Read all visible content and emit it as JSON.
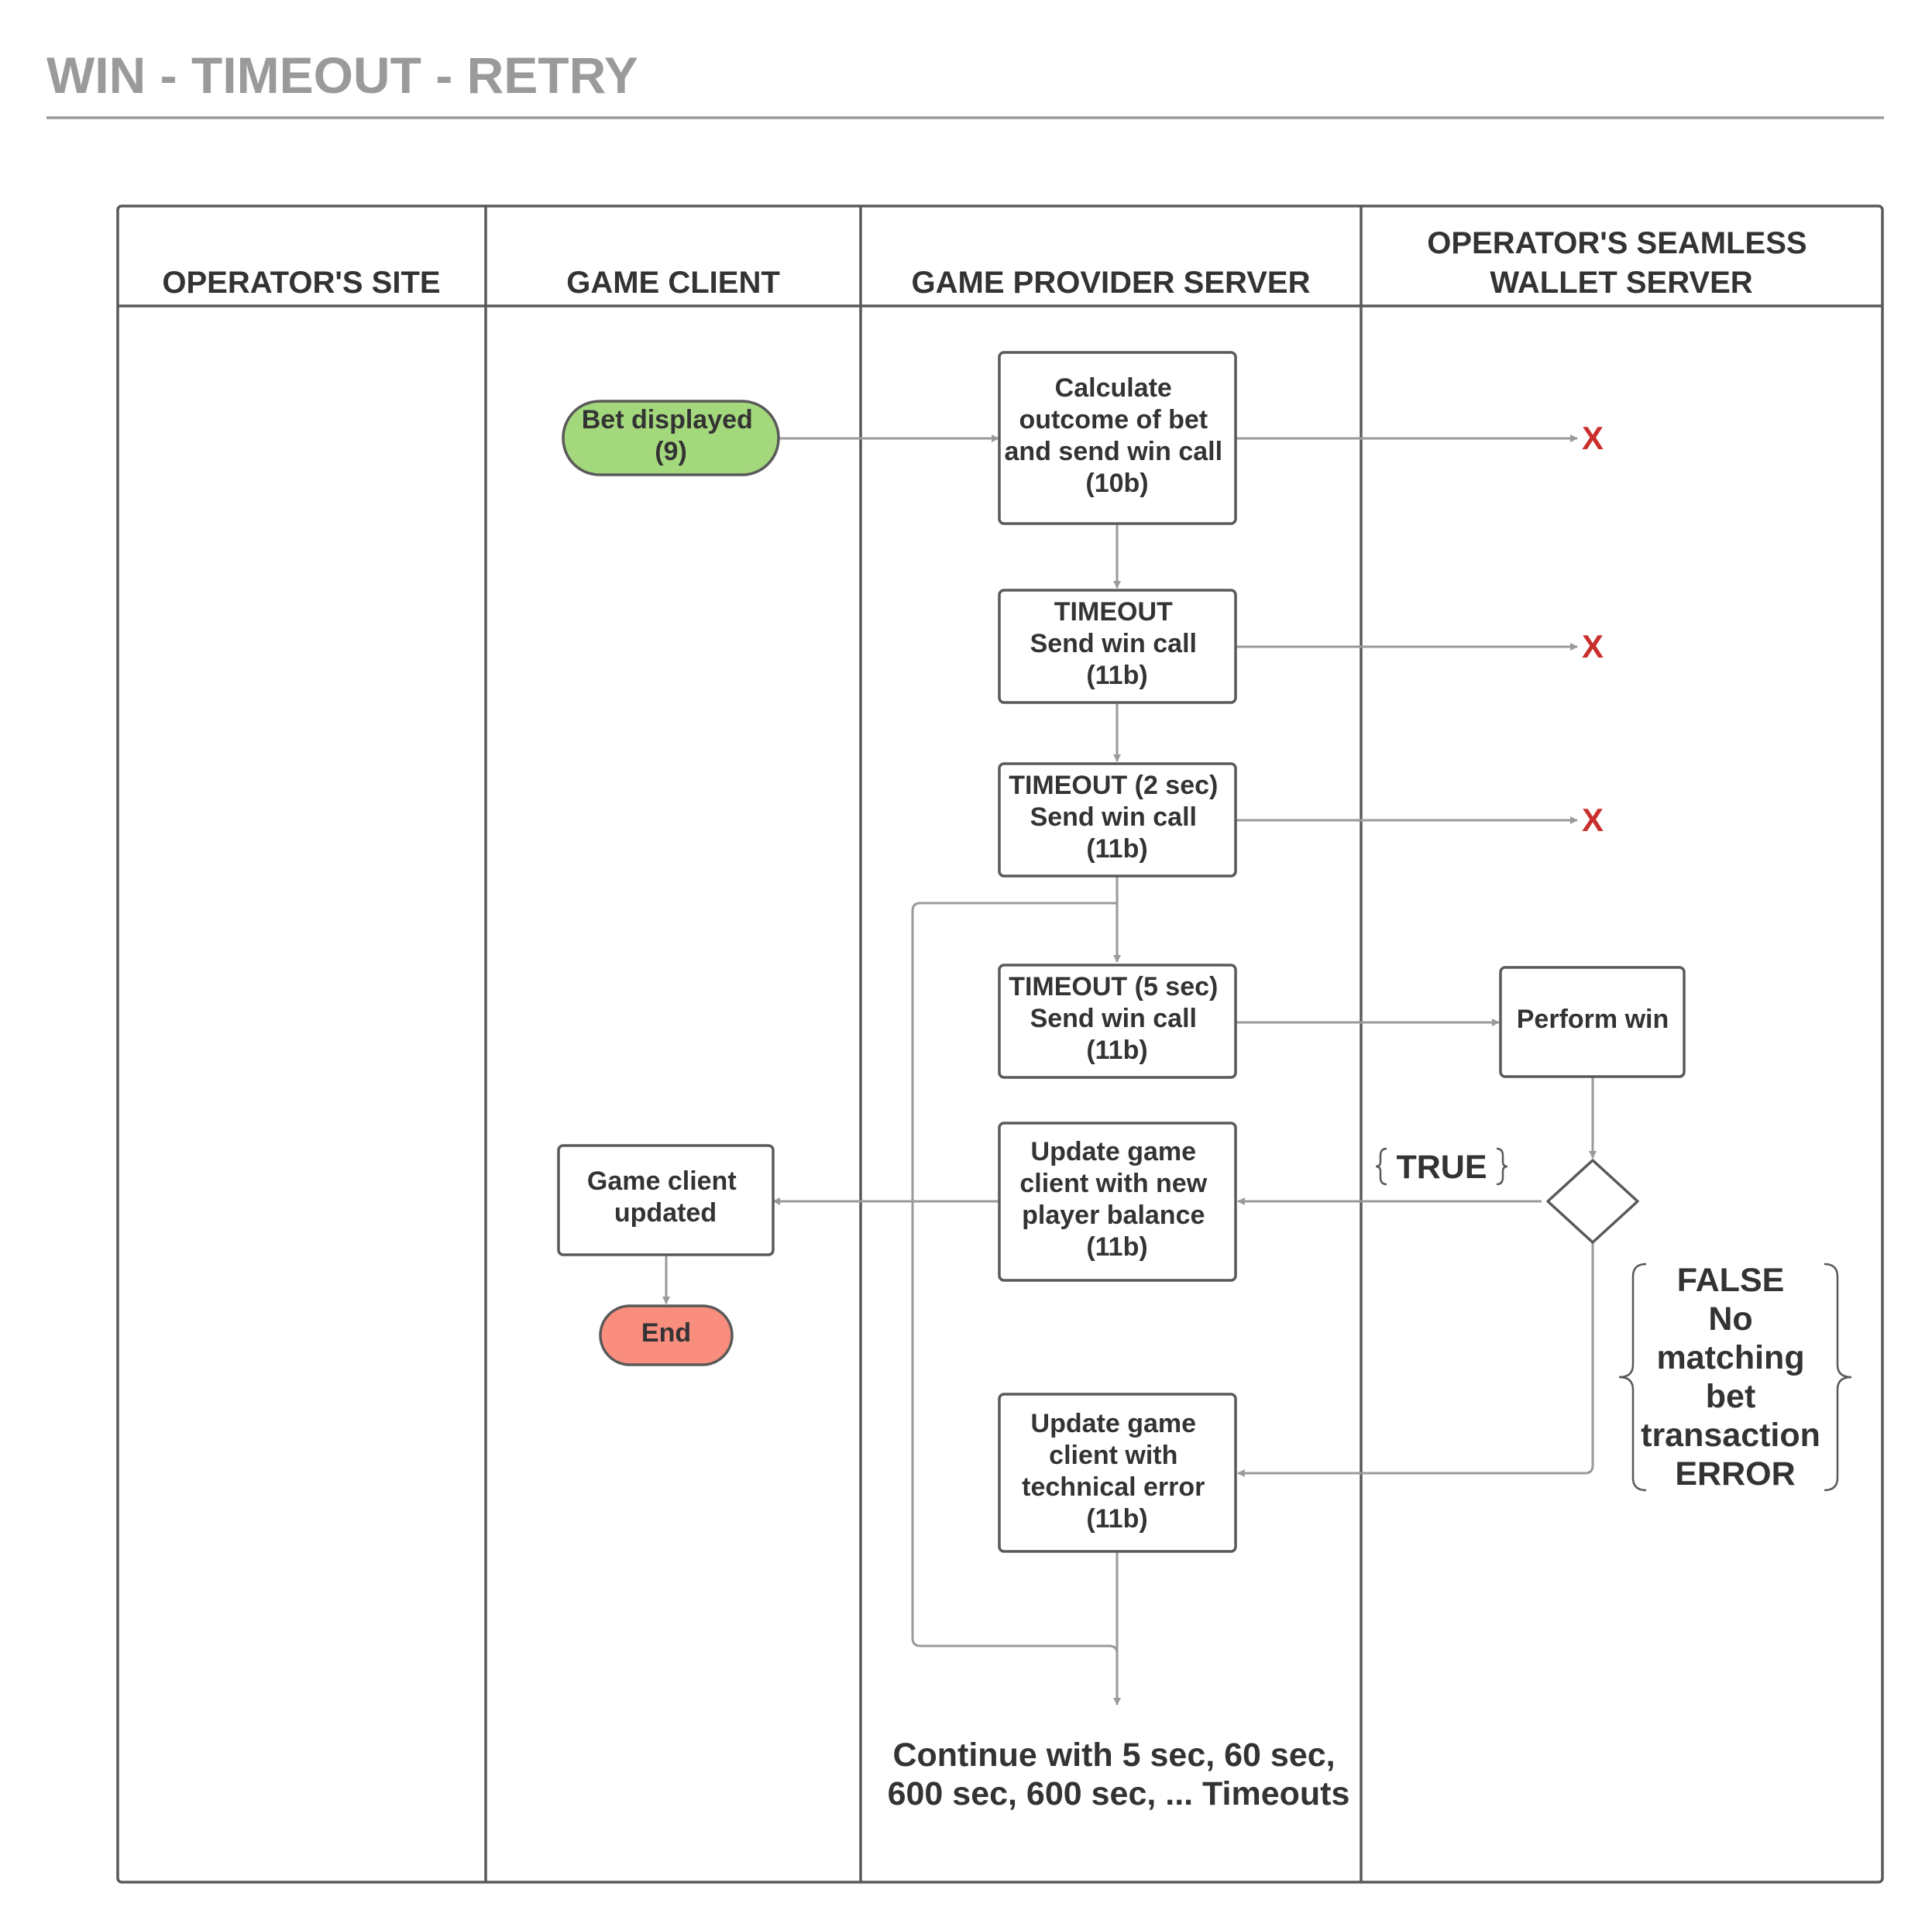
{
  "title": "WIN - TIMEOUT - RETRY",
  "lanes": [
    {
      "label_lines": [
        "OPERATOR'S SITE"
      ]
    },
    {
      "label_lines": [
        "GAME CLIENT"
      ]
    },
    {
      "label_lines": [
        "GAME PROVIDER SERVER"
      ]
    },
    {
      "label_lines": [
        "OPERATOR'S SEAMLESS",
        "WALLET SERVER"
      ]
    }
  ],
  "nodes": {
    "bet_displayed": {
      "lines": [
        "Bet displayed",
        "(9)"
      ],
      "shape": "terminator",
      "color": "#a4d87c"
    },
    "calculate": {
      "lines": [
        "Calculate",
        "outcome of bet",
        "and send win call",
        "(10b)"
      ],
      "shape": "process"
    },
    "timeout1": {
      "lines": [
        "TIMEOUT",
        "Send win call",
        "(11b)"
      ],
      "shape": "process"
    },
    "timeout2": {
      "lines": [
        "TIMEOUT (2 sec)",
        "Send win call",
        "(11b)"
      ],
      "shape": "process"
    },
    "timeout5": {
      "lines": [
        "TIMEOUT (5 sec)",
        "Send win call",
        "(11b)"
      ],
      "shape": "process"
    },
    "perform_win": {
      "lines": [
        "Perform win"
      ],
      "shape": "process"
    },
    "decision": {
      "lines": [],
      "shape": "decision"
    },
    "update_balance": {
      "lines": [
        "Update game",
        "client with new",
        "player balance",
        "(11b)"
      ],
      "shape": "process"
    },
    "game_client_updated": {
      "lines": [
        "Game client",
        "updated"
      ],
      "shape": "process"
    },
    "end": {
      "lines": [
        "End"
      ],
      "shape": "terminator",
      "color": "#f98d7e"
    },
    "update_error": {
      "lines": [
        "Update game",
        "client with",
        "technical error",
        "(11b)"
      ],
      "shape": "process"
    }
  },
  "annotations": {
    "true_label": "TRUE",
    "false_lines": [
      "FALSE",
      "No",
      "matching",
      "bet",
      "transaction",
      "ERROR"
    ],
    "continue_lines": [
      "Continue with 5 sec, 60 sec,",
      "600 sec, 600 sec, ... Timeouts"
    ],
    "failure_mark": "X"
  },
  "colors": {
    "title": "#9a9a9a",
    "line": "#9a9a9a",
    "border": "#595959",
    "text": "#333333",
    "failure": "#c9302c"
  }
}
